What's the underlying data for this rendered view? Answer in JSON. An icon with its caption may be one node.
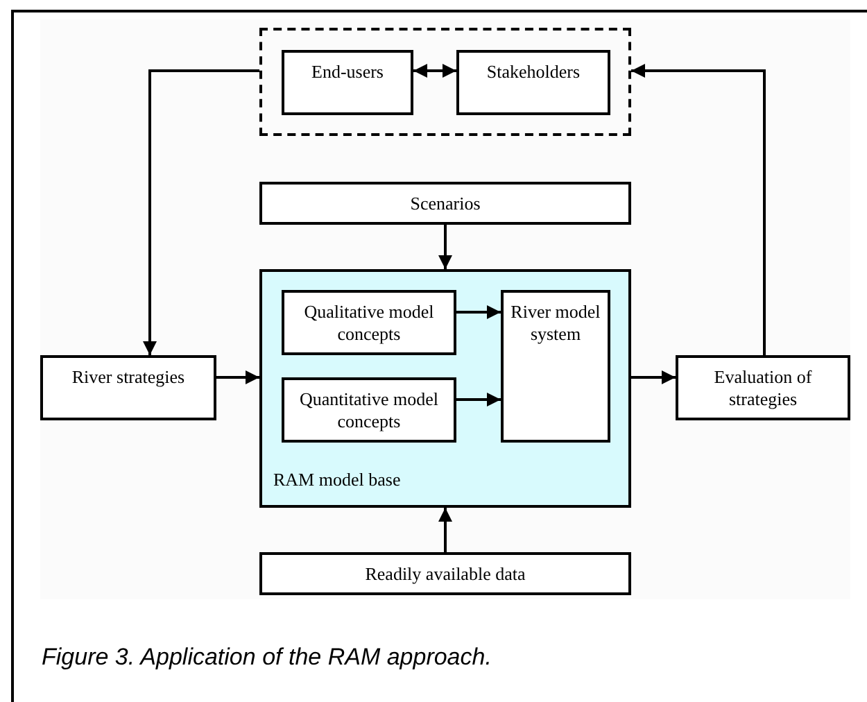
{
  "diagram": {
    "caption": "Figure 3. Application of the RAM approach.",
    "nodes": [
      {
        "text": [],
        "shape": "box"
      },
      {
        "text": [
          "End-users"
        ],
        "in": 0
      },
      {
        "text": [
          "Stakeholders"
        ],
        "in": 0
      },
      {
        "text": [
          "Scenarios"
        ]
      },
      {
        "text": [
          "RAM model base"
        ]
      },
      {
        "text": [
          "Qualitative model concepts"
        ],
        "in": 4
      },
      {
        "text": [
          "Quantitative model concepts"
        ],
        "in": 4
      },
      {
        "text": [
          "River model system"
        ],
        "in": 4
      },
      {
        "text": [
          "River strategies"
        ]
      },
      {
        "text": [
          "Evaluation of strategies"
        ]
      },
      {
        "text": [
          "Readily available data"
        ]
      }
    ],
    "edges": [
      {
        "from": 1,
        "to": 2,
        "arrow": "both"
      },
      {
        "from": 0,
        "to": 8,
        "arrow": "to"
      },
      {
        "from": 3,
        "to": 4,
        "arrow": "to"
      },
      {
        "from": 8,
        "to": 4,
        "arrow": "to"
      },
      {
        "from": 5,
        "to": 7,
        "arrow": "to"
      },
      {
        "from": 6,
        "to": 7,
        "arrow": "to"
      },
      {
        "from": 4,
        "to": 9,
        "arrow": "to"
      },
      {
        "from": 9,
        "to": 0,
        "arrow": "to"
      },
      {
        "from": 10,
        "to": 4,
        "arrow": "to"
      }
    ]
  }
}
